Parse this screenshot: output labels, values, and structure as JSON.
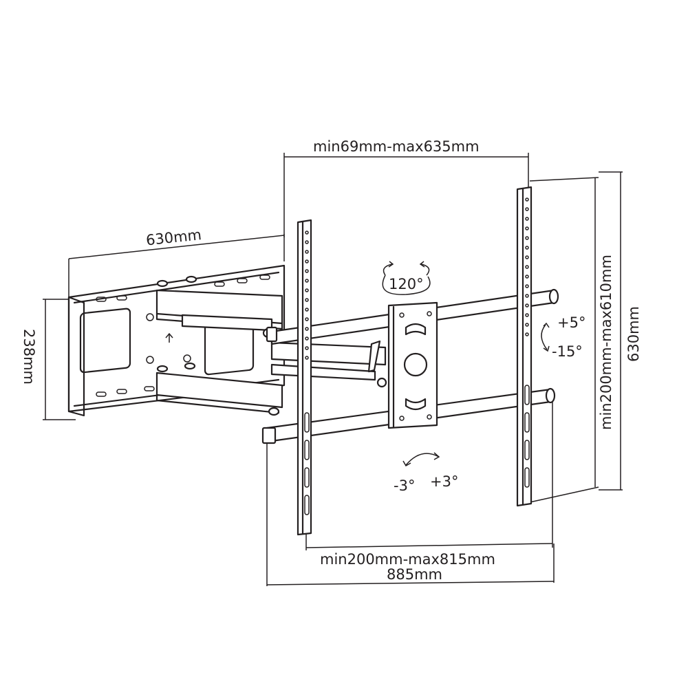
{
  "dimensions": {
    "depth": "630mm",
    "wall_plate_height": "238mm",
    "top_width": "min69mm-max635mm",
    "vesa_vertical": "min200mm-max610mm",
    "overall_height": "630mm",
    "vesa_horizontal": "min200mm-max815mm",
    "overall_width": "885mm"
  },
  "angles": {
    "swivel": "120°",
    "tilt_up": "+5°",
    "tilt_down": "-15°",
    "level_left": "-3°",
    "level_right": "+3°"
  }
}
